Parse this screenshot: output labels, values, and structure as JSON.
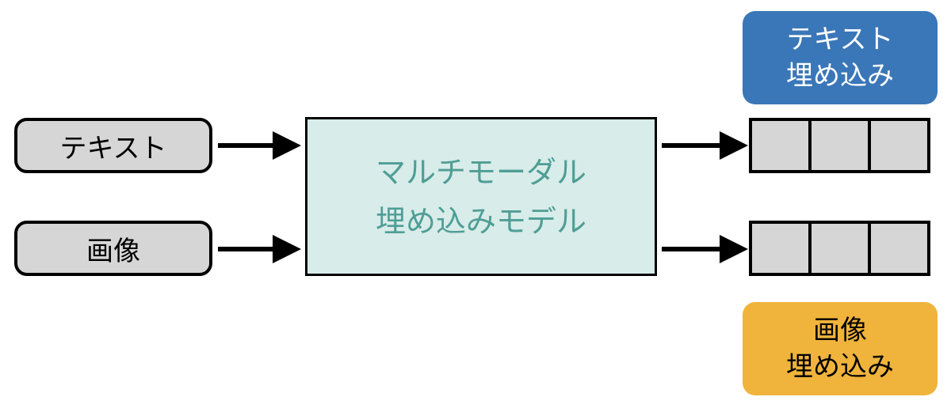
{
  "inputs": {
    "text_label": "テキスト",
    "image_label": "画像"
  },
  "model": {
    "line1": "マルチモーダル",
    "line2": "埋め込みモデル"
  },
  "outputs": {
    "text_line1": "テキスト",
    "text_line2": "埋め込み",
    "image_line1": "画像",
    "image_line2": "埋め込み",
    "vector_cells": 3
  },
  "colors": {
    "input_fill": "#d6d6d6",
    "model_fill": "#d8ecea",
    "model_text": "#4f9e95",
    "text_embedding_fill": "#3a77b8",
    "image_embedding_fill": "#f0b43c"
  }
}
